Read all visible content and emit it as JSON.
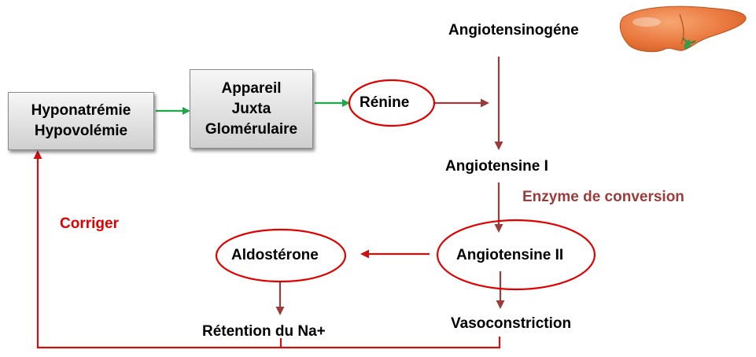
{
  "nodes": {
    "hyponatremie": [
      "Hyponatrémie",
      "Hypovolémie"
    ],
    "appareil": [
      "Appareil",
      "Juxta",
      "Glomérulaire"
    ],
    "renine": "Rénine",
    "angiotensinogene": "Angiotensinogéne",
    "angiotensine_1": "Angiotensine I",
    "enzyme": "Enzyme de conversion",
    "angiotensine_2": "Angiotensine II",
    "aldosterone": "Aldostérone",
    "retention": "Rétention du Na+",
    "vasoconstriction": "Vasoconstriction",
    "corriger": "Corriger"
  },
  "colors": {
    "green_arrow": "#1fa84a",
    "maroon_arrow": "#9b3c3c",
    "red_line": "#cc1111",
    "ellipse_border": "#e00000",
    "liver": "#e8753a"
  },
  "icons": {
    "organ": "liver-icon"
  }
}
